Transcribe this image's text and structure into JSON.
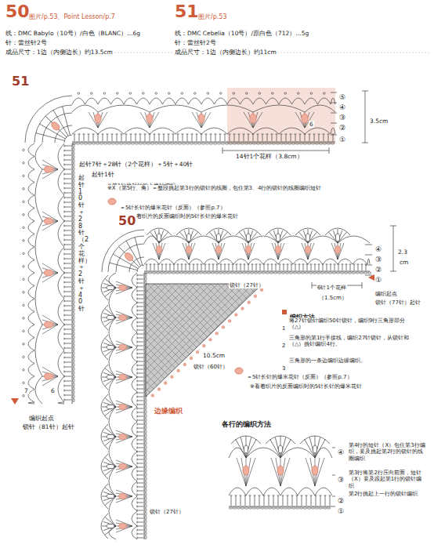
{
  "diagram": {
    "labels": [
      "50",
      "图片/p.53、Point Lesson/p.7",
      "线：DMC Babylo（10号）/白色（BLANC）…6g",
      "针：蕾丝针2号",
      "成品尺寸：1边（内侧边长）约13.5cm",
      "51",
      "图片/p.53",
      "线：DMC Cebelia（10号）/原白色（712）…5g",
      "针：蕾丝针2号",
      "成品尺寸：1边（内侧边长）约11cm",
      "51",
      "⑤",
      "④",
      "③",
      "②",
      "①",
      "3.5cm",
      "6",
      "14针1个花样（3.8cm）",
      "起针7针＋28针（2个花样）＋5针＋40针",
      "起针1针",
      "※第1行挑起针的上半针编织",
      "※X（第5行、角）＝整段挑起第3行的锁针的线圈，包住第3、4行的锁针的线圈编织短针",
      "＝5针长针的爆米花针（反面）（参照p.7）",
      "※看着织片的反面编织时的5针长针的爆米花针",
      "起针10针＋28针（2个花样）＋2针＋40针",
      "7",
      "6",
      "编织起点",
      "锁针（81针）起针",
      "50",
      "④",
      "③",
      "②",
      "①",
      "2.3",
      "cm",
      "锁针（27针）",
      "6针1个花样",
      "（1.5cm）",
      "编织起点",
      "锁针（77针）起针",
      "编织方法",
      "1",
      "将27针锁针编织50针锁针，编织9行三角形部分（△）",
      "2",
      "三角形的第1行手接线，编织27针锁针，从锁针和（△）挑针编织4行。",
      "3",
      "三角形的一条边编织边缘编织。",
      "10.5cm",
      "锁针（60针）",
      "＝5针长针的爆米花针（反面）（参照p.7）",
      "※看着织片的反面编织时的5针长针的爆米花针",
      "边缘编织",
      "锁针（27针）",
      "各行的编织方法",
      "④",
      "第4行的短针（X）包住第3行编织，要及挑起第2行的锁针的线圈编织",
      "③",
      "第3行将第2行压向前面，短针（X）要及跟起第1行的锁针编织",
      "②",
      "第2行挑起上一行的锁针编织",
      "①"
    ]
  }
}
